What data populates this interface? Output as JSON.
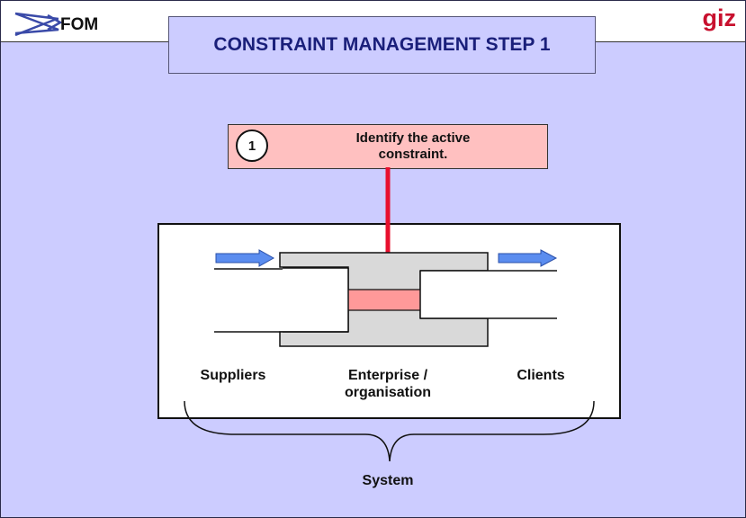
{
  "header": {
    "logo_left": "FOM",
    "logo_right": "giz",
    "title": "CONSTRAINT MANAGEMENT STEP 1"
  },
  "step": {
    "number": "1",
    "text_line1": "Identify the active",
    "text_line2": "constraint."
  },
  "diagram": {
    "suppliers_label": "Suppliers",
    "enterprise_label_line1": "Enterprise /",
    "enterprise_label_line2": "organisation",
    "clients_label": "Clients",
    "system_label": "System"
  },
  "colors": {
    "background": "#ccccff",
    "title_text": "#1a1f7a",
    "step_box": "#ffc0c0",
    "constraint_fill": "#ff9999",
    "red_arrow": "#e8102e",
    "flow_arrow": "#5b8def",
    "enterprise_fill": "#d9d9d9",
    "giz_brand": "#c8102e"
  }
}
